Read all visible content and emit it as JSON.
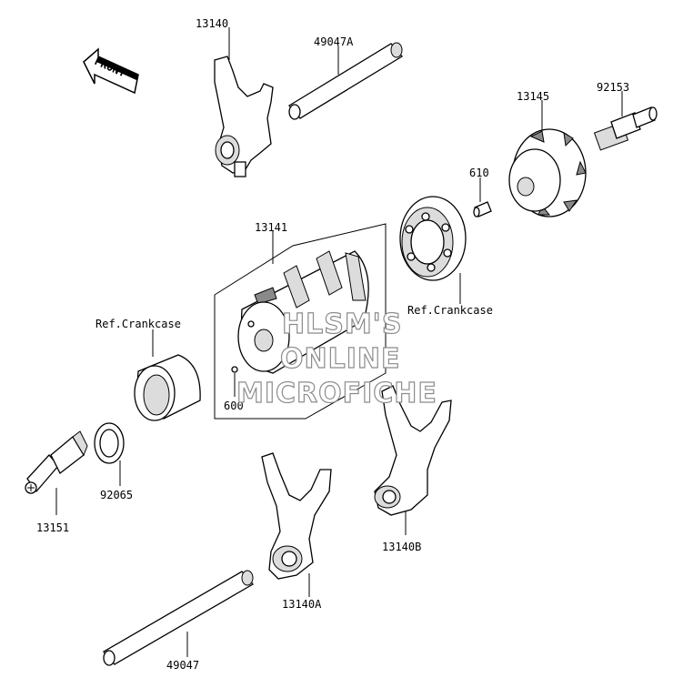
{
  "direction_arrow": {
    "label": "FRONT",
    "icon": "front-direction-arrow-icon"
  },
  "watermark": {
    "line1": "HLSM'S",
    "line2": "ONLINE",
    "line3": "MICROFICHE"
  },
  "callouts": {
    "shift_fork_top": "13140",
    "shift_rod_top": "49047A",
    "stopper_bolt": "92153",
    "shift_drum_cam": "13145",
    "pin": "610",
    "shift_drum": "13141",
    "ref_crankcase_left": "Ref.Crankcase",
    "ref_crankcase_right": "Ref.Crankcase",
    "drum_pin": "600",
    "washer": "92065",
    "neutral_switch": "13151",
    "shift_fork_b": "13140B",
    "shift_fork_a": "13140A",
    "shift_rod_bottom": "49047"
  }
}
